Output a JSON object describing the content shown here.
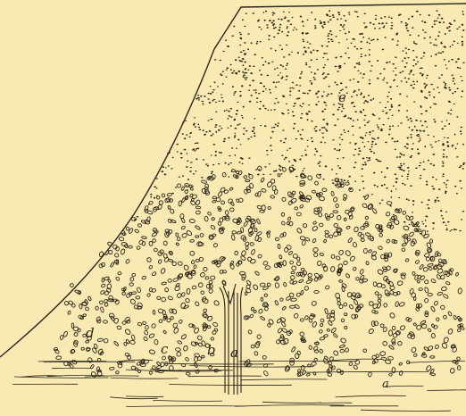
{
  "figure": {
    "background": "#f9eab3",
    "ink": "#2a241a",
    "labels": {
      "e_top": "e",
      "d": "d",
      "c": "c",
      "b": "b",
      "a": "a",
      "a_right": "a"
    }
  }
}
